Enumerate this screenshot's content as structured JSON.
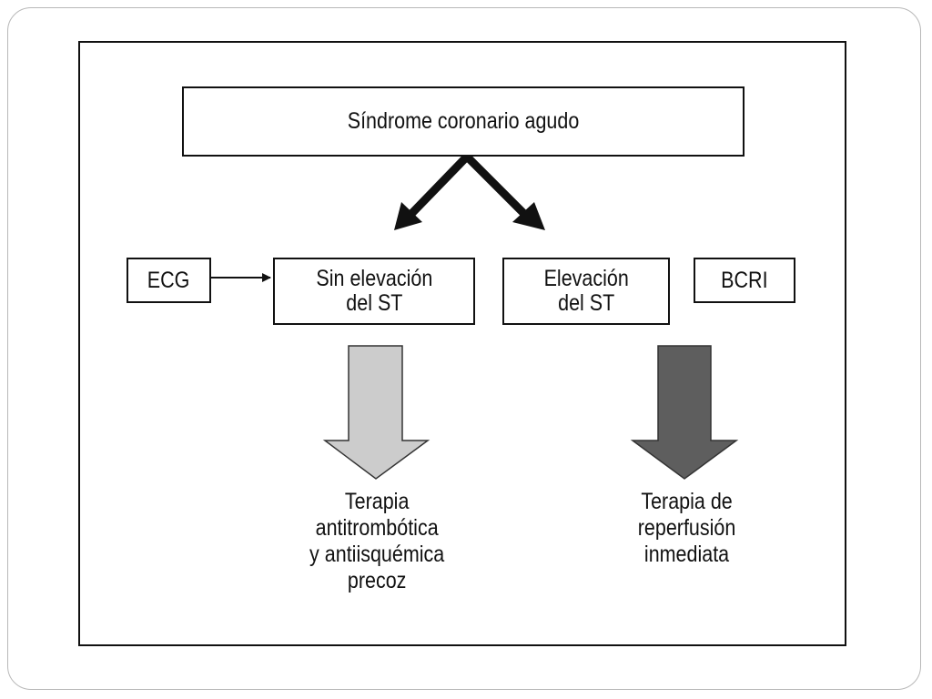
{
  "diagram": {
    "root": {
      "label": "Síndrome coronario agudo"
    },
    "ecg": {
      "label": "ECG"
    },
    "sin_elevacion": {
      "lines": [
        "Sin elevación",
        "del ST"
      ]
    },
    "elevacion": {
      "lines": [
        "Elevación",
        "del ST"
      ]
    },
    "bcri": {
      "label": "BCRI"
    },
    "outcome_left": {
      "lines": [
        "Terapia",
        "antitrombótica",
        "y antiisquémica",
        "precoz"
      ]
    },
    "outcome_right": {
      "lines": [
        "Terapia de",
        "reperfusión",
        "inmediata"
      ]
    }
  },
  "colors": {
    "stroke": "#111111",
    "arrow_light": "#cccccc",
    "arrow_dark": "#5e5e5e"
  }
}
